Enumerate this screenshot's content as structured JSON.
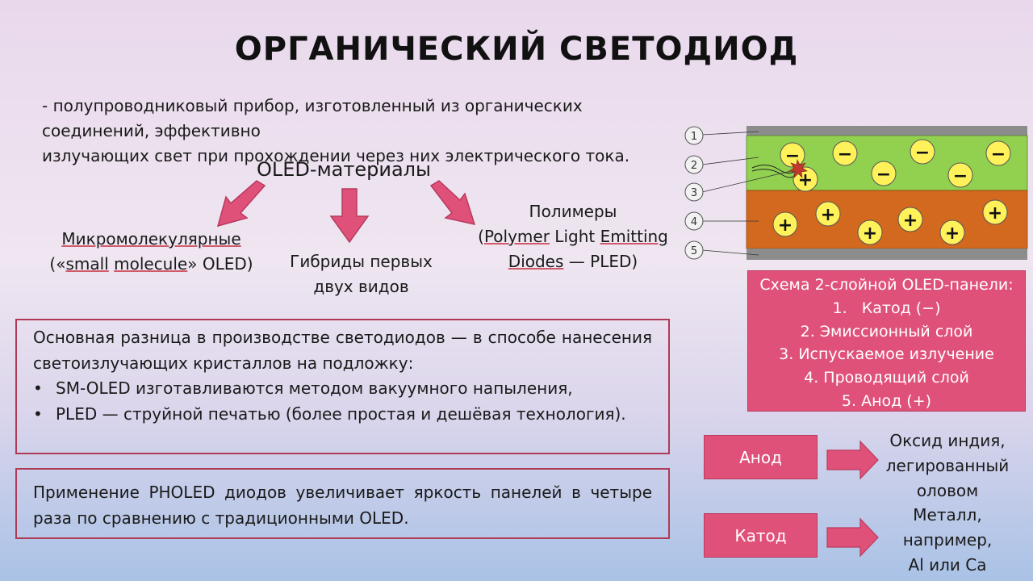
{
  "title": "ОРГАНИЧЕСКИЙ СВЕТОДИОД",
  "definition": {
    "line1": "- полупроводниковый прибор, изготовленный из органических соединений, эффективно",
    "line2": "излучающих свет при прохождении через них электрического тока."
  },
  "materials": {
    "heading": "OLED-материалы",
    "left": {
      "line1": "Микромолекулярные",
      "line2_open": "(«",
      "line2_a": "small",
      "line2_b": "molecule",
      "line2_close": "» OLED)"
    },
    "middle": {
      "line1": "Гибриды первых",
      "line2": "двух видов"
    },
    "right": {
      "line1": "Полимеры",
      "line2_open": "(",
      "line2_a": "Polymer",
      "line2_mid": " Light ",
      "line2_b": "Emitting",
      "line3_a": "Diodes",
      "line3_rest": " — PLED)"
    }
  },
  "difference_box": {
    "intro": "Основная разница в производстве светодиодов — в способе нанесения светоизлучающих кристаллов на подложку:",
    "bullet_symbol": "•",
    "bullets": [
      "SM-OLED изготавливаются методом вакуумного напыления,",
      "PLED — струйной печатью (более простая и дешёвая технология)."
    ]
  },
  "pholed_box": {
    "text": "Применение PHOLED диодов увеличивает яркость панелей в четыре раза по сравнению с традиционными OLED."
  },
  "diagram": {
    "markers": [
      "1",
      "2",
      "3",
      "4",
      "5"
    ],
    "minus": "−",
    "plus": "+",
    "colors": {
      "electrode": "#8c8c8c",
      "emissive_layer": "#92d050",
      "conductive_layer": "#d2691e",
      "carrier": "#fff15a",
      "flash": "#c0392b"
    }
  },
  "legend": {
    "title": "Схема 2-слойной OLED-панели:",
    "items": [
      "1.   Катод (−)",
      "2. Эмиссионный слой",
      "3. Испускаемое излучение",
      "4. Проводящий слой",
      "5. Анод (+)"
    ]
  },
  "anode": {
    "label": "Анод",
    "note": [
      "Оксид индия,",
      "легированный",
      "оловом"
    ]
  },
  "cathode": {
    "label": "Катод",
    "note": [
      "Металл,",
      "например,",
      "Al или Ca"
    ]
  },
  "colors": {
    "accent": "#e0517a",
    "frame": "#b03a55"
  }
}
